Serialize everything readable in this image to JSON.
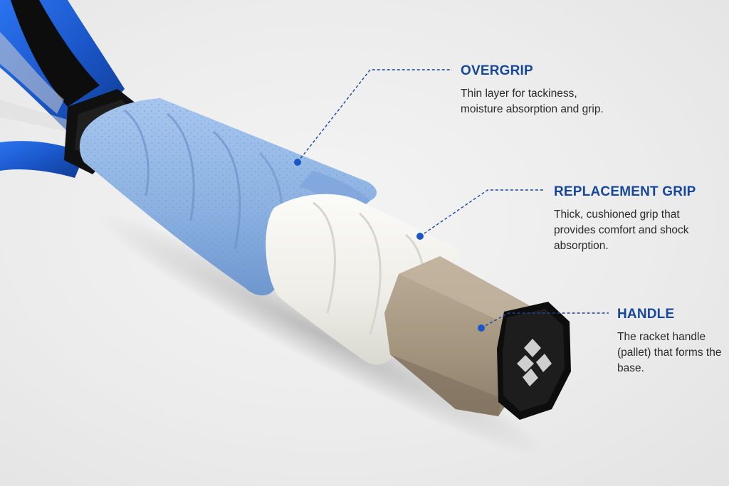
{
  "colors": {
    "accent": "#17479a",
    "overgrip": "#8fb4e3",
    "replacement_grip": "#f1f0eb",
    "handle_core": "#a89a86",
    "racket_frame": "#1f5fd6",
    "butt_cap": "#111111"
  },
  "icons": {
    "butt_cap_logo": "diamond-logo-icon"
  },
  "callouts": {
    "overgrip": {
      "title": "OVERGRIP",
      "description": "Thin layer for tackiness, moisture absorption and grip."
    },
    "replacement_grip": {
      "title": "REPLACEMENT GRIP",
      "description": "Thick, cushioned grip that provides comfort and shock absorption."
    },
    "handle": {
      "title": "HANDLE",
      "description": "The racket handle (pallet) that forms the base."
    }
  }
}
